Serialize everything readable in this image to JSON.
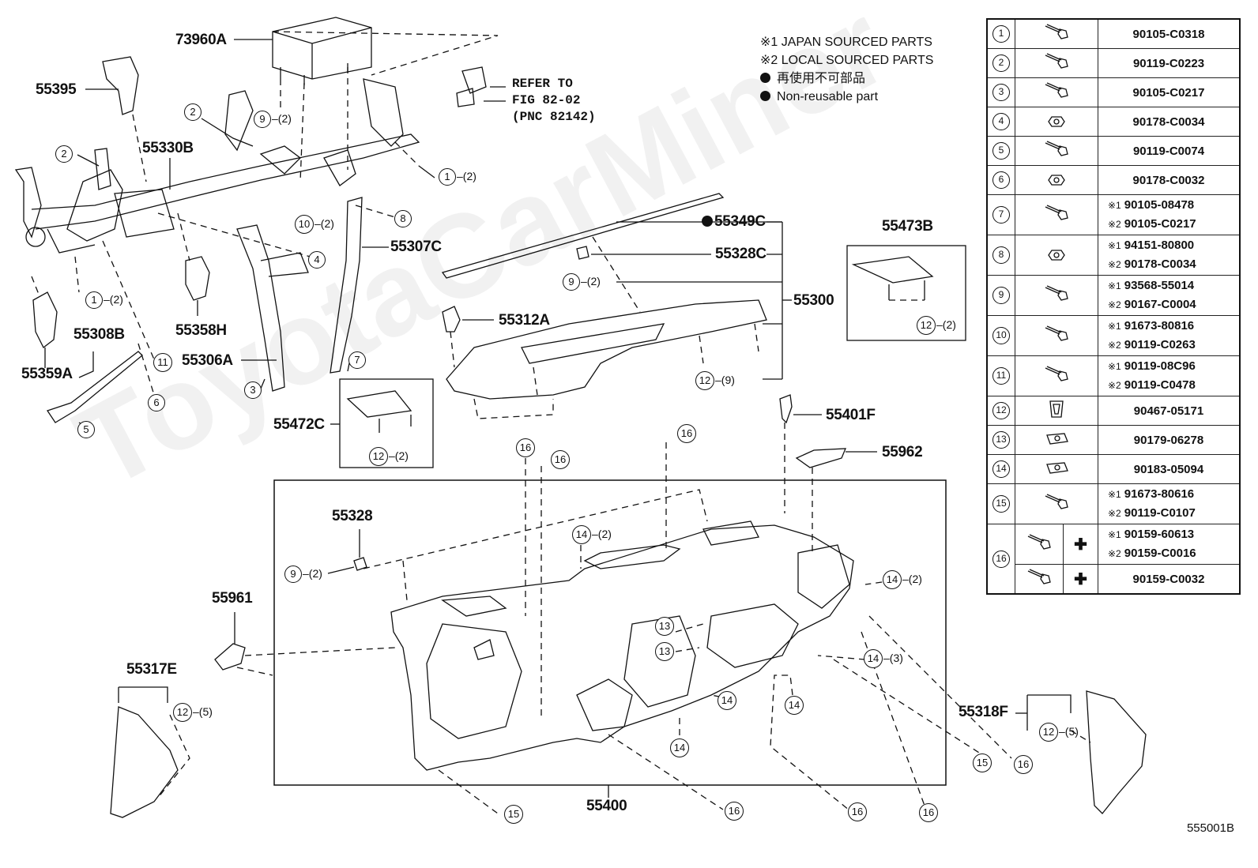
{
  "diagram_code": "555001B",
  "watermark": "ToyotaCarMiner",
  "notes": {
    "line1": "※1 JAPAN SOURCED PARTS",
    "line2": "※2 LOCAL SOURCED PARTS",
    "line3": "再使用不可部品",
    "line4": "Non-reusable part"
  },
  "refer_note": "REFER TO\nFIG 82-02\n(PNC 82142)",
  "labels": {
    "p73960A": "73960A",
    "p55395": "55395",
    "p55330B": "55330B",
    "p55358H": "55358H",
    "p55306A": "55306A",
    "p55307C": "55307C",
    "p55308B": "55308B",
    "p55359A": "55359A",
    "p55349C": "55349C",
    "p55328C": "55328C",
    "p55300": "55300",
    "p55312A": "55312A",
    "p55473B": "55473B",
    "p55472C": "55472C",
    "p55401F": "55401F",
    "p55962": "55962",
    "p55328": "55328",
    "p55961": "55961",
    "p55317E": "55317E",
    "p55318F": "55318F",
    "p55400": "55400"
  },
  "callouts": {
    "c9a": "9",
    "q9a": "–(2)",
    "c2a": "2",
    "c2b": "2",
    "c1a": "1",
    "q1a": "–(2)",
    "c1b": "1",
    "q1b": "–(2)",
    "c10": "10",
    "q10": "–(2)",
    "c8": "8",
    "c4": "4",
    "c7": "7",
    "c3": "3",
    "c11": "11",
    "c6": "6",
    "c5": "5",
    "c9b": "9",
    "q9b": "–(2)",
    "c12a": "12",
    "q12a": "–(9)",
    "c12b": "12",
    "q12b": "–(2)",
    "c12c": "12",
    "q12c": "–(2)",
    "c16a": "16",
    "c16b": "16",
    "c16c": "16",
    "c14a": "14",
    "q14a": "–(2)",
    "c9c": "9",
    "q9c": "–(2)",
    "c14b": "14",
    "q14b": "–(2)",
    "c13a": "13",
    "c13b": "13",
    "c14c": "14",
    "q14c": "–(3)",
    "c14d": "14",
    "c14e": "14",
    "c14f": "14",
    "c12d": "12",
    "q12d": "–(5)",
    "c12e": "12",
    "q12e": "–(5)",
    "c15a": "15",
    "c16d": "16",
    "c15b": "15",
    "c16e": "16",
    "c16f": "16",
    "c16g": "16"
  },
  "parts_table": [
    {
      "n": "1",
      "pn": "90105-C0318"
    },
    {
      "n": "2",
      "pn": "90119-C0223"
    },
    {
      "n": "3",
      "pn": "90105-C0217"
    },
    {
      "n": "4",
      "pn": "90178-C0034"
    },
    {
      "n": "5",
      "pn": "90119-C0074"
    },
    {
      "n": "6",
      "pn": "90178-C0032"
    },
    {
      "n": "7",
      "s1": "※1",
      "pn1": "90105-08478",
      "s2": "※2",
      "pn2": "90105-C0217"
    },
    {
      "n": "8",
      "s1": "※1",
      "pn1": "94151-80800",
      "s2": "※2",
      "pn2": "90178-C0034"
    },
    {
      "n": "9",
      "s1": "※1",
      "pn1": "93568-55014",
      "s2": "※2",
      "pn2": "90167-C0004"
    },
    {
      "n": "10",
      "s1": "※1",
      "pn1": "91673-80816",
      "s2": "※2",
      "pn2": "90119-C0263"
    },
    {
      "n": "11",
      "s1": "※1",
      "pn1": "90119-08C96",
      "s2": "※2",
      "pn2": "90119-C0478"
    },
    {
      "n": "12",
      "pn": "90467-05171"
    },
    {
      "n": "13",
      "pn": "90179-06278"
    },
    {
      "n": "14",
      "pn": "90183-05094"
    },
    {
      "n": "15",
      "s1": "※1",
      "pn1": "91673-80616",
      "s2": "※2",
      "pn2": "90119-C0107"
    },
    {
      "n": "16",
      "s1": "※1",
      "pn1": "90159-60613",
      "s2": "※2",
      "pn2": "90159-C0016",
      "pn3": "90159-C0032"
    }
  ]
}
